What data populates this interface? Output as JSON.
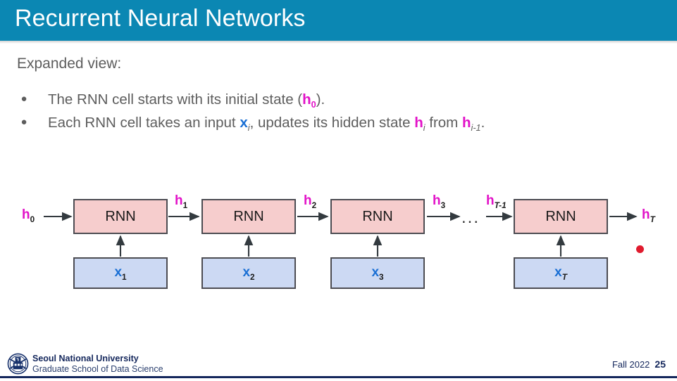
{
  "slide": {
    "title": "Recurrent Neural Networks",
    "lead": "Expanded view:",
    "accent_color": "#0b87b3",
    "hidden_state_color": "#e213c8",
    "input_color": "#1a6fd4",
    "rnn_box_fill": "#f6cdcd",
    "input_box_fill": "#ccd9f3",
    "box_border": "#4c4c52",
    "cursor_dot_color": "#e01b2e"
  },
  "bullets": [
    {
      "marker": "●",
      "segments": [
        {
          "text": "The RNN cell starts with its initial state (",
          "style": "plain"
        },
        {
          "text": "h",
          "style": "magenta"
        },
        {
          "text": "0",
          "style": "magenta-sub"
        },
        {
          "text": ").",
          "style": "plain"
        }
      ]
    },
    {
      "marker": "●",
      "segments": [
        {
          "text": "Each RNN cell takes an input ",
          "style": "plain"
        },
        {
          "text": "x",
          "style": "blue"
        },
        {
          "text": "i",
          "style": "sub"
        },
        {
          "text": ", updates its hidden state ",
          "style": "plain"
        },
        {
          "text": "h",
          "style": "magenta"
        },
        {
          "text": "i",
          "style": "sub"
        },
        {
          "text": " from ",
          "style": "plain"
        },
        {
          "text": "h",
          "style": "magenta"
        },
        {
          "text": "i-1",
          "style": "sub"
        },
        {
          "text": ".",
          "style": "plain"
        }
      ]
    }
  ],
  "diagram": {
    "cells": [
      {
        "rnn_label": "RNN",
        "input_base": "x",
        "input_sub": "1",
        "out_base": "h",
        "out_sub": "1"
      },
      {
        "rnn_label": "RNN",
        "input_base": "x",
        "input_sub": "2",
        "out_base": "h",
        "out_sub": "2"
      },
      {
        "rnn_label": "RNN",
        "input_base": "x",
        "input_sub": "3",
        "out_base": "h",
        "out_sub": "3"
      },
      {
        "rnn_label": "RNN",
        "input_base": "x",
        "input_sub": "T",
        "out_base": "h",
        "out_sub": "T"
      }
    ],
    "initial_state": {
      "base": "h",
      "sub": "0"
    },
    "pre_last_state": {
      "base": "h",
      "sub": "T-1"
    },
    "ellipsis": "...",
    "final_state": {
      "base": "h",
      "sub": "T"
    }
  },
  "footer": {
    "university": "Seoul National University",
    "department": "Graduate School of Data Science",
    "term": "Fall 2022",
    "page_number": "25"
  }
}
